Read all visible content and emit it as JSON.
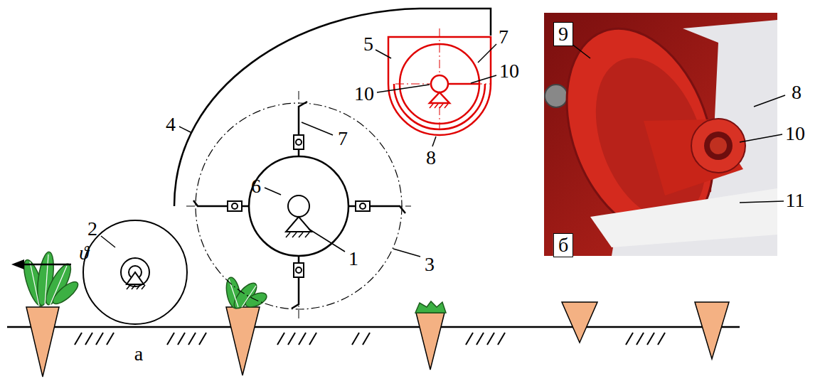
{
  "diagram": {
    "labels": [
      "ϑ",
      "2",
      "4",
      "5",
      "7",
      "10",
      "10",
      "6",
      "7",
      "1",
      "3",
      "8",
      "а",
      "9",
      "8",
      "10",
      "11",
      "б"
    ]
  }
}
